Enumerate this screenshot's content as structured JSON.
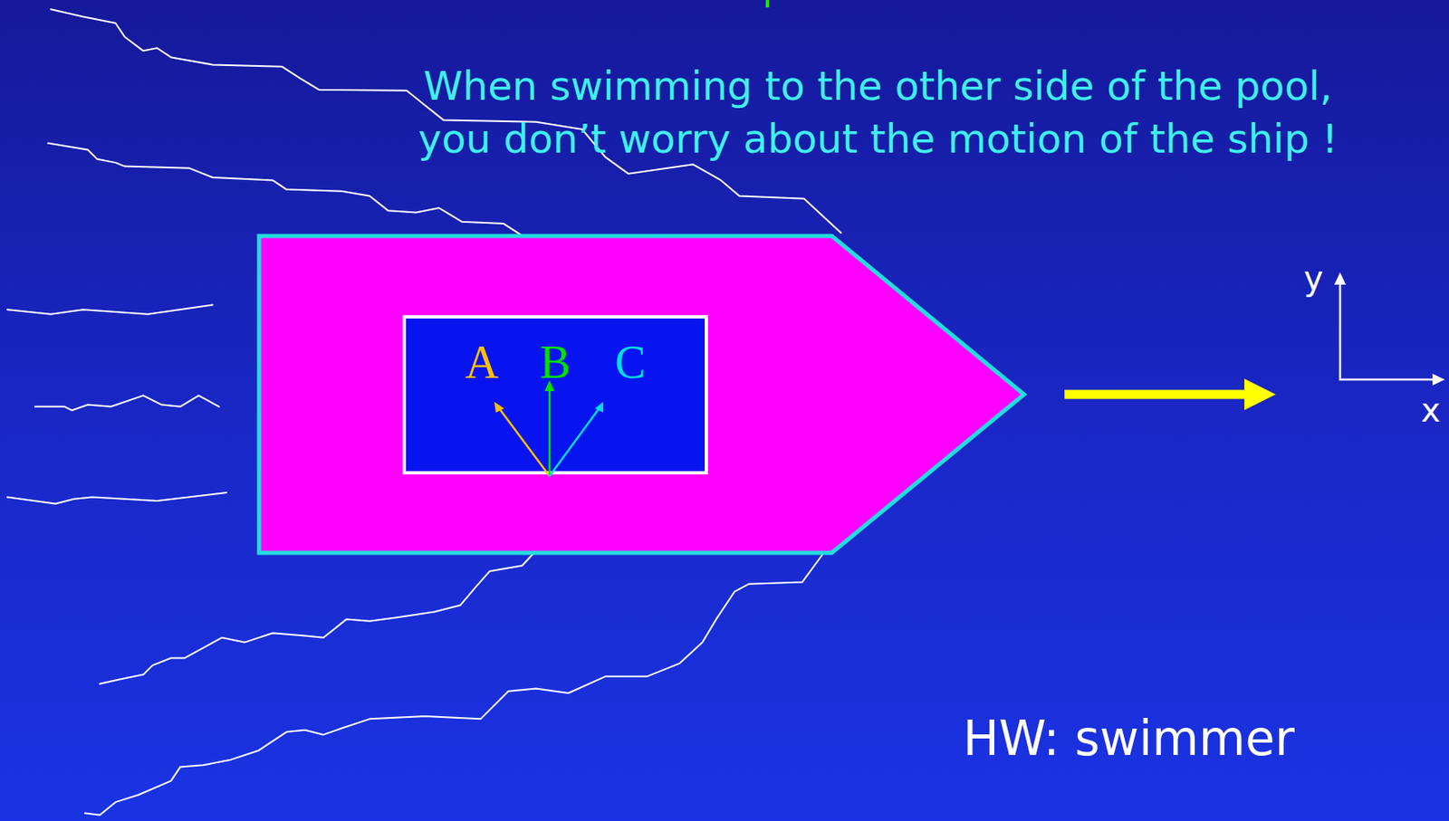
{
  "diagram": {
    "title": "When swimming to the other side of the pool, you don’t worry about the motion of the ship !",
    "nodes": [
      {
        "text": [
          "A",
          "B",
          "C"
        ]
      }
    ],
    "labels": [
      "y",
      "x",
      "HW: swimmer"
    ]
  }
}
